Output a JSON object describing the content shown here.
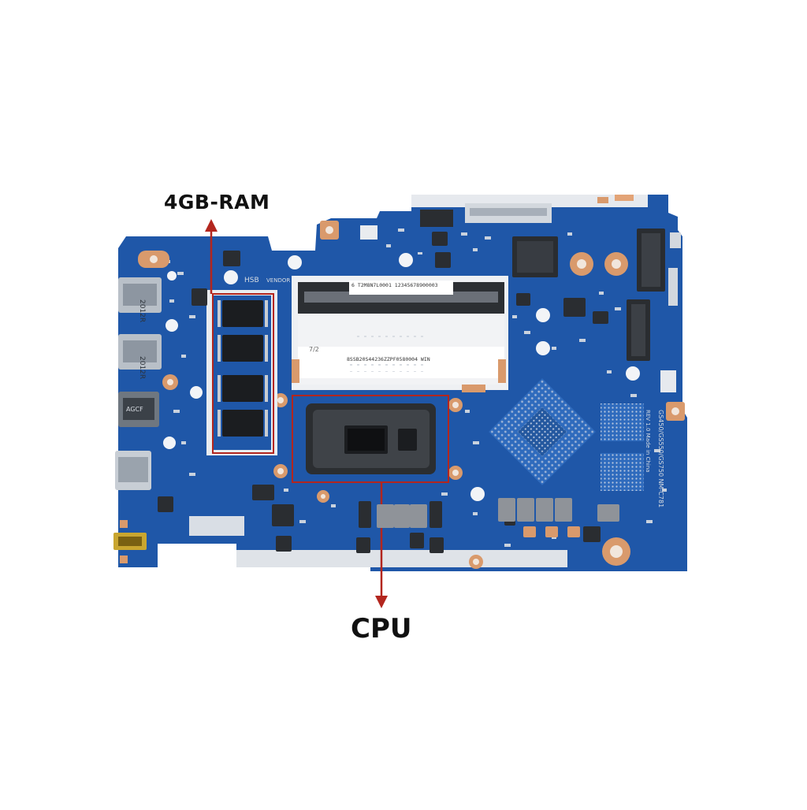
{
  "labels": {
    "ram": "4GB-RAM",
    "cpu": "CPU"
  },
  "board_text": {
    "hsb": "HSB",
    "vendor": "VENDOR",
    "barcode_1": "6 T2M8N7L0001 12345678900003",
    "barcode_2": "8SSB20S44236ZZPF0580004 WIN",
    "dimm_note": "7/2",
    "port_1": "2012R",
    "port_2": "2012R",
    "port_3": "AGCF",
    "silk_right": "GS450/GS550/GS750 NM-C781",
    "silk_right_2": "REV 1.0 Made in China"
  },
  "colors": {
    "pcb": "#1f57a8",
    "pcb_dark": "#163f80",
    "annotation": "#b3261e",
    "plate": "#e9ecef"
  }
}
